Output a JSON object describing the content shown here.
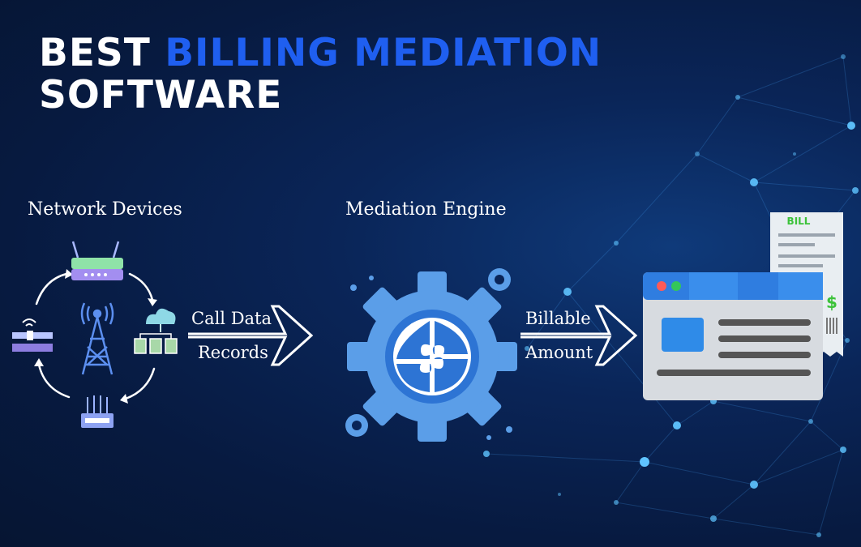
{
  "title": {
    "line1_prefix": "BEST ",
    "line1_accent": "BILLING MEDIATION",
    "line2": "SOFTWARE"
  },
  "labels": {
    "network_devices": "Network Devices",
    "mediation_engine": "Mediation Engine"
  },
  "flows": {
    "cdr_line1": "Call Data",
    "cdr_line2": "Records",
    "billable_line1": "Billable",
    "billable_line2": "Amount"
  },
  "receipt": {
    "heading": "BILL",
    "currency": "$"
  },
  "colors": {
    "accent": "#1f5ff0",
    "background": "#0a2558",
    "gear_light": "#5b9ee8",
    "gear_dark": "#2d74d4",
    "receipt_heading": "#3cc23a"
  },
  "icons": [
    "router-icon",
    "cell-tower-icon",
    "cloud-server-icon",
    "modem-icon",
    "switch-icon",
    "gear-icon",
    "puzzle-icon",
    "browser-window-icon",
    "receipt-icon"
  ]
}
